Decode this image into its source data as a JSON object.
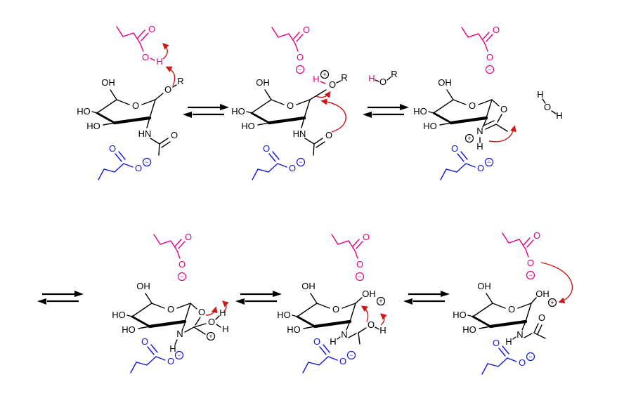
{
  "diagram": {
    "type": "reaction-mechanism",
    "atoms": {
      "OH": "OH",
      "HO": "HO",
      "O": "O",
      "H": "H",
      "R": "R",
      "HN": "HN",
      "N": "N"
    },
    "charges": {
      "plus": "+",
      "minus": "−"
    },
    "colors": {
      "magenta": "#e6007e",
      "blue": "#1414dc",
      "red": "#cd1719",
      "black": "#000000"
    }
  }
}
